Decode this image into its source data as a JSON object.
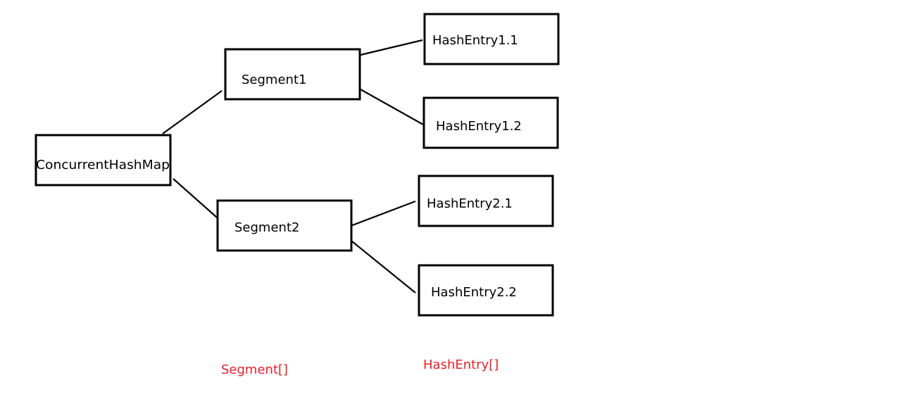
{
  "diagram": {
    "nodes": [
      {
        "id": "root",
        "label": "ConcurrentHashMap"
      },
      {
        "id": "seg1",
        "label": "Segment1"
      },
      {
        "id": "seg2",
        "label": "Segment2"
      },
      {
        "id": "he11",
        "label": "HashEntry1.1"
      },
      {
        "id": "he12",
        "label": "HashEntry1.2"
      },
      {
        "id": "he21",
        "label": "HashEntry2.1"
      },
      {
        "id": "he22",
        "label": "HashEntry2.2"
      }
    ],
    "edges": [
      {
        "from": "root",
        "to": "seg1"
      },
      {
        "from": "root",
        "to": "seg2"
      },
      {
        "from": "seg1",
        "to": "he11"
      },
      {
        "from": "seg1",
        "to": "he12"
      },
      {
        "from": "seg2",
        "to": "he21"
      },
      {
        "from": "seg2",
        "to": "he22"
      }
    ],
    "captions": {
      "segment_array": "Segment[]",
      "hashentry_array": "HashEntry[]"
    },
    "colors": {
      "box_stroke": "#000000",
      "caption_text": "#e8202a"
    }
  }
}
